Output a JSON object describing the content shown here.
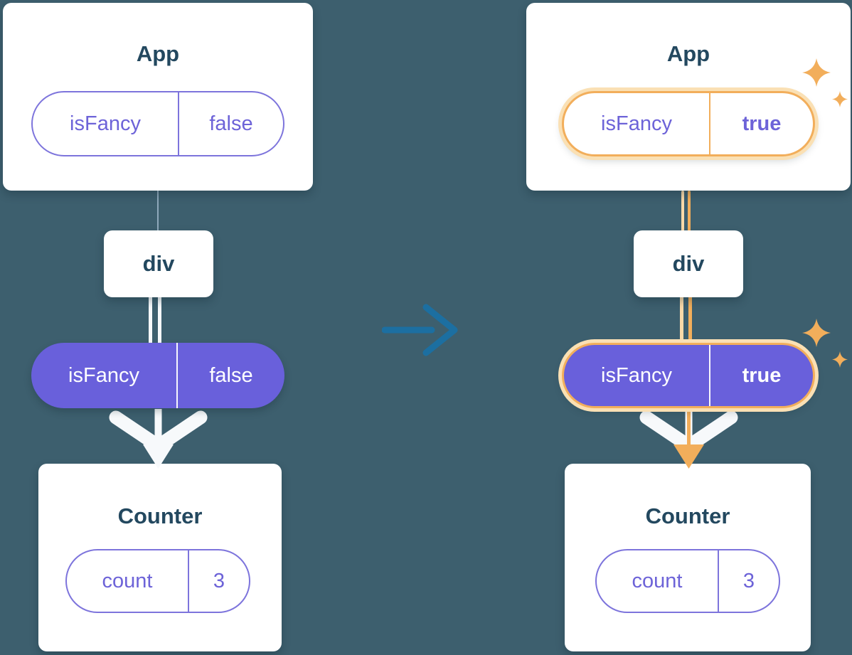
{
  "colors": {
    "background": "#3D5F6E",
    "card": "#FFFFFF",
    "title_text": "#23485F",
    "purple_fill": "#6960DB",
    "purple_text": "#6D63D8",
    "highlight_orange": "#F2AE5B",
    "highlight_glow": "#FAE0B4",
    "flow_arrow_white": "#F7F9FB",
    "transition_arrow_blue": "#1C6FA1"
  },
  "icons": {
    "transition_arrow": "arrow-right",
    "down_arrow": "thick-down-arrow-with-chevron",
    "sparkle": "4-point-star"
  },
  "left": {
    "app": {
      "title": "App"
    },
    "app_prop": {
      "key": "isFancy",
      "value": "false"
    },
    "container": {
      "title": "div"
    },
    "passed_prop": {
      "key": "isFancy",
      "value": "false"
    },
    "counter": {
      "title": "Counter"
    },
    "counter_state": {
      "key": "count",
      "value": "3"
    }
  },
  "right": {
    "app": {
      "title": "App"
    },
    "app_prop": {
      "key": "isFancy",
      "value": "true"
    },
    "container": {
      "title": "div"
    },
    "passed_prop": {
      "key": "isFancy",
      "value": "true"
    },
    "counter": {
      "title": "Counter"
    },
    "counter_state": {
      "key": "count",
      "value": "3"
    }
  }
}
